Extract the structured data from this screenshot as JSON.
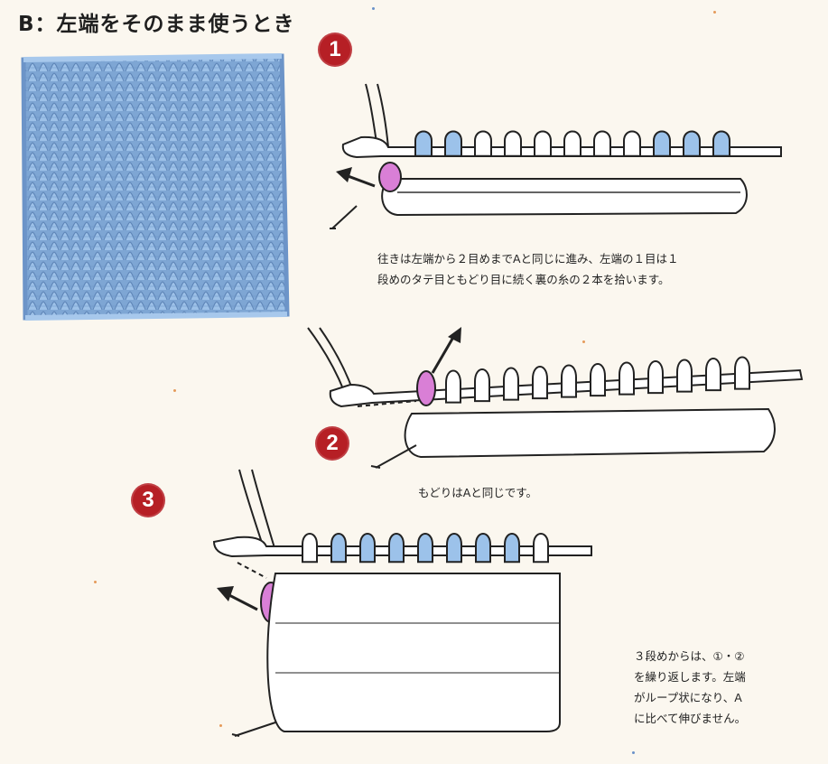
{
  "title": "B：左端をそのまま使うとき",
  "steps": [
    {
      "number": "1",
      "caption_lines": [
        "往きは左端から２目めまでAと同じに進み、左端の１目は１",
        "段めのタテ目ともどり目に続く裏の糸の２本を拾います。"
      ]
    },
    {
      "number": "2",
      "caption_lines": [
        "もどりはAと同じです。"
      ]
    },
    {
      "number": "3",
      "caption_lines": [
        "３段めからは、①・②",
        "を繰り返します。左端",
        "がループ状になり、A",
        "に比べて伸びません。"
      ]
    }
  ],
  "colors": {
    "badge": "#b61f25",
    "swatch": "#7ea6d4",
    "loop_blue": "#9cc2ea",
    "loop_pink": "#d97fd6",
    "outline": "#222222"
  },
  "icons": {
    "arrow": "arrow-icon",
    "hook": "crochet-hook-icon"
  }
}
